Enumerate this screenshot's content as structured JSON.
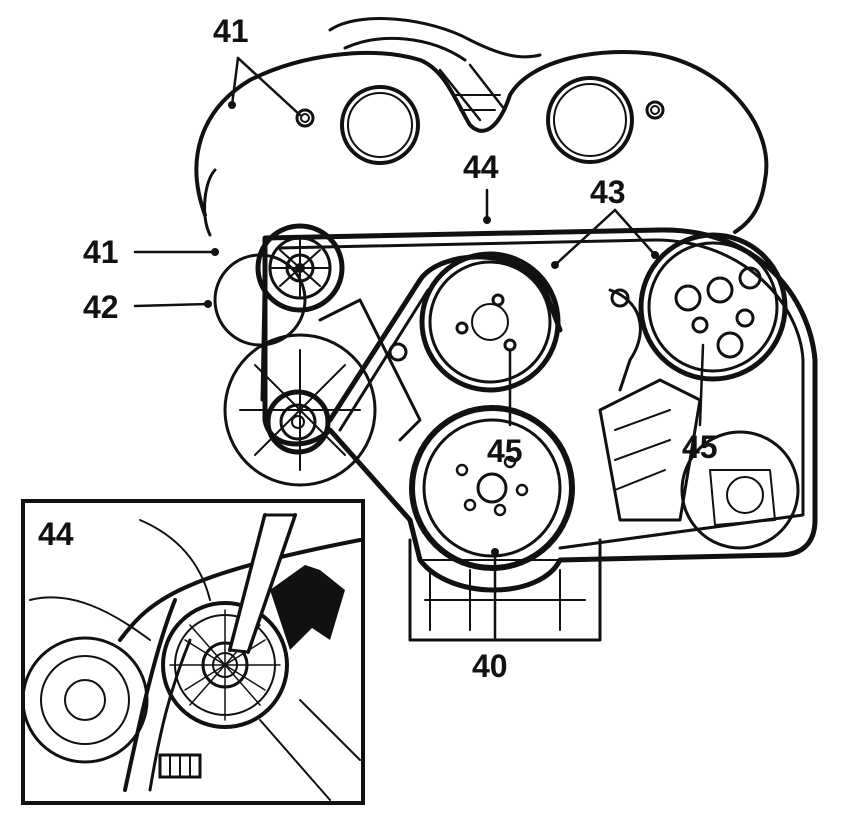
{
  "colors": {
    "ink": "#111111",
    "paper": "#ffffff"
  },
  "callouts": {
    "c40": "40",
    "c41_top": "41",
    "c41_left": "41",
    "c42": "42",
    "c43": "43",
    "c44_main": "44",
    "c44_inset": "44",
    "c45_center": "45",
    "c45_right": "45"
  }
}
